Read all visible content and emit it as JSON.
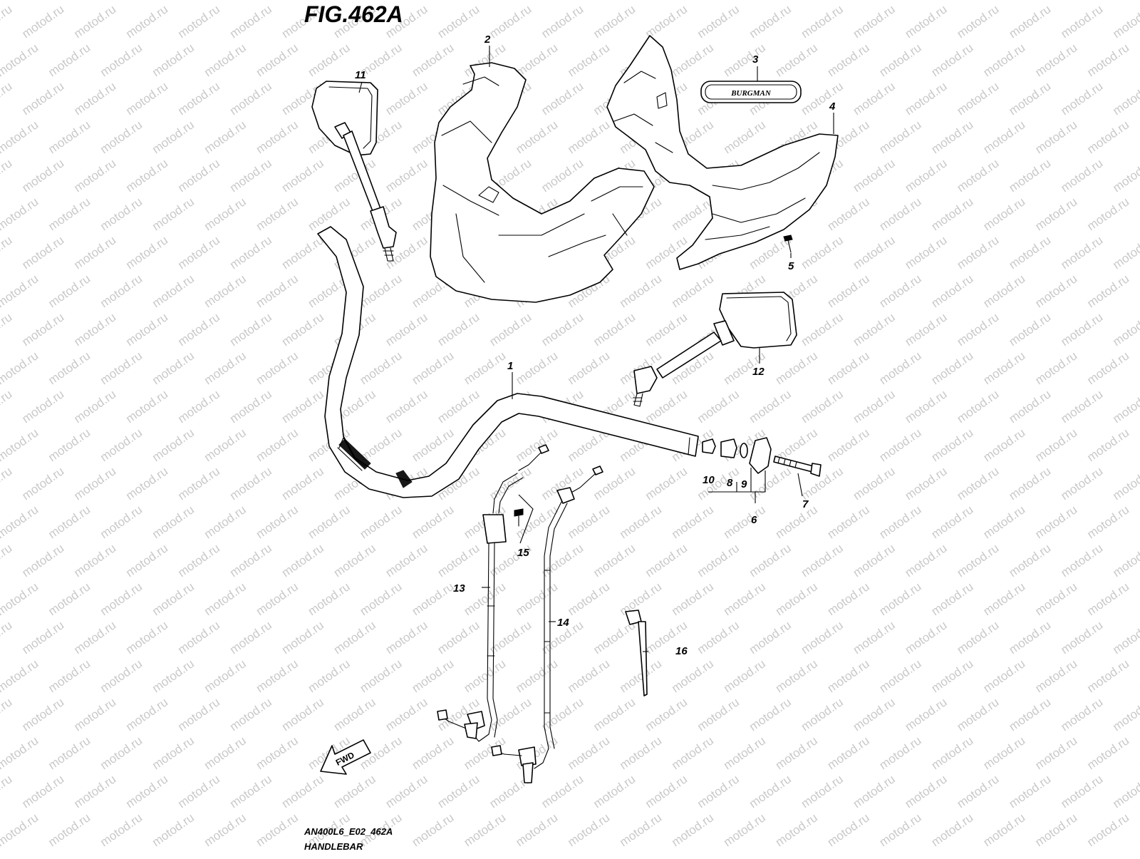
{
  "figure": {
    "title": "FIG.462A",
    "code": "AN400L6_E02_462A",
    "name": "HANDLEBAR",
    "watermark_text": "motod.ru",
    "emblem_text": "BURGMAN",
    "direction_arrow_text": "FWD"
  },
  "parts": [
    {
      "ref": "1",
      "item": "handlebar"
    },
    {
      "ref": "2",
      "item": "handle-cover-front"
    },
    {
      "ref": "3",
      "item": "emblem"
    },
    {
      "ref": "4",
      "item": "handle-cover-rear"
    },
    {
      "ref": "5",
      "item": "screw"
    },
    {
      "ref": "6",
      "item": "balancer-set"
    },
    {
      "ref": "7",
      "item": "balancer-bolt"
    },
    {
      "ref": "8",
      "item": "balancer-weight"
    },
    {
      "ref": "9",
      "item": "washer"
    },
    {
      "ref": "10",
      "item": "nut"
    },
    {
      "ref": "11",
      "item": "mirror-left"
    },
    {
      "ref": "12",
      "item": "mirror-right"
    },
    {
      "ref": "13",
      "item": "front-brake-cable"
    },
    {
      "ref": "14",
      "item": "rear-brake-cable"
    },
    {
      "ref": "15",
      "item": "cable-clamp-screw"
    },
    {
      "ref": "16",
      "item": "cable-tie"
    }
  ]
}
